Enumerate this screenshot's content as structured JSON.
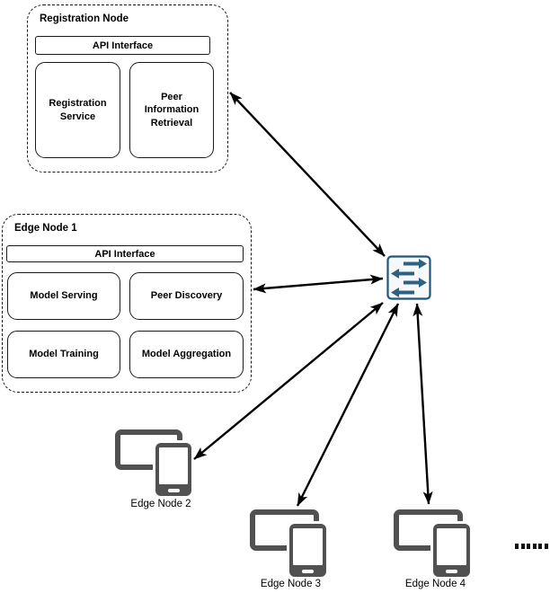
{
  "registration_node": {
    "title": "Registration Node",
    "api_interface": "API Interface",
    "services": [
      {
        "label": "Registration Service"
      },
      {
        "label": "Peer Information Retrieval"
      }
    ]
  },
  "edge_node_1": {
    "title": "Edge Node 1",
    "api_interface": "API Interface",
    "modules": [
      {
        "label": "Model Serving"
      },
      {
        "label": "Peer Discovery"
      },
      {
        "label": "Model Training"
      },
      {
        "label": "Model Aggregation"
      }
    ]
  },
  "switch": {
    "name": "network-switch"
  },
  "edge_devices": [
    {
      "label": "Edge Node 2"
    },
    {
      "label": "Edge Node 3"
    },
    {
      "label": "Edge Node 4"
    }
  ],
  "more_nodes_dots": 6,
  "connections": [
    {
      "from": "registration-node",
      "to": "network-switch",
      "bidirectional": true
    },
    {
      "from": "edge-node-1",
      "to": "network-switch",
      "bidirectional": true
    },
    {
      "from": "edge-node-2",
      "to": "network-switch",
      "bidirectional": true
    },
    {
      "from": "edge-node-3",
      "to": "network-switch",
      "bidirectional": true
    },
    {
      "from": "edge-node-4",
      "to": "network-switch",
      "bidirectional": true
    }
  ],
  "colors": {
    "switch_border": "#1f567a",
    "switch_arrow": "#2d6285",
    "switch_bg": "#f6f8f9",
    "device_gray": "#515151",
    "line": "#000000"
  }
}
